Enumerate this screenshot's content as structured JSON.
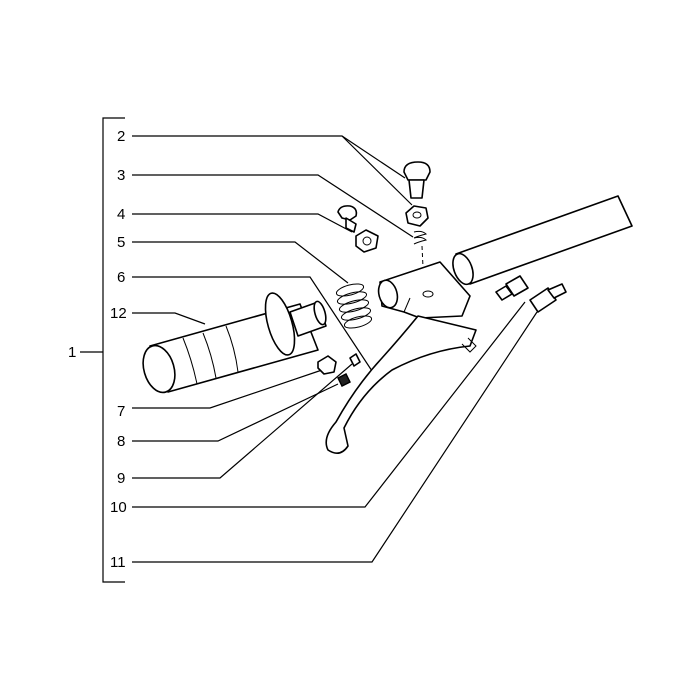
{
  "diagram": {
    "callouts": {
      "c1": "1",
      "c2": "2",
      "c3": "3",
      "c4": "4",
      "c5": "5",
      "c6": "6",
      "c7": "7",
      "c8": "8",
      "c9": "9",
      "c10": "10",
      "c11": "11",
      "c12": "12"
    },
    "colors": {
      "ink": "#000000",
      "paper": "#ffffff"
    },
    "icons": [
      "exploded-view"
    ]
  }
}
